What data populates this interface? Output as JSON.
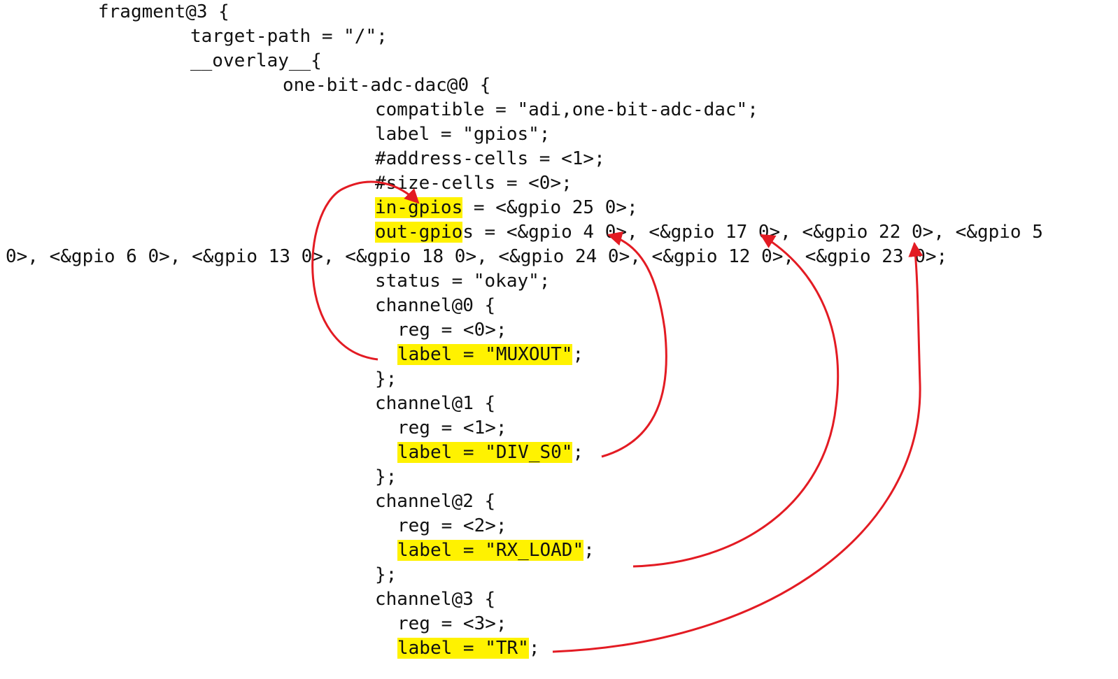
{
  "colors": {
    "highlight": "#fff200",
    "arrow": "#e31b23",
    "text": "#111111"
  },
  "code": {
    "l01": "fragment@3 {",
    "l02": "target-path = \"/\";",
    "l03": "__overlay__{",
    "l04": "one-bit-adc-dac@0 {",
    "l05": "compatible = \"adi,one-bit-adc-dac\";",
    "l06": "label = \"gpios\";",
    "l07": "#address-cells = <1>;",
    "l08": "#size-cells = <0>;",
    "l09_key": "in-gpios",
    "l09_rest": " = <&gpio 25 0>;",
    "l10_key": "out-gpio",
    "l10_rest": "s = <&gpio 4 0>, <&gpio 17 0>, <&gpio 22 0>, <&gpio 5",
    "l11": "0>, <&gpio 6 0>, <&gpio 13 0>, <&gpio 18 0>, <&gpio 24 0>, <&gpio 12 0>, <&gpio 23 0>;",
    "l12": "status = \"okay\";",
    "l13": "channel@0 {",
    "l14": "reg = <0>;",
    "l15": "label = \"MUXOUT\"",
    "l16": "};",
    "l17": "channel@1 {",
    "l18": "reg = <1>;",
    "l19": "label = \"DIV_S0\"",
    "l20": "};",
    "l21": "channel@2 {",
    "l22": "reg = <2>;",
    "l23": "label = \"RX_LOAD\"",
    "l24": "};",
    "l25": "channel@3 {",
    "l26": "reg = <3>;",
    "l27": "label = \"TR\"",
    "semicolon": ";"
  }
}
